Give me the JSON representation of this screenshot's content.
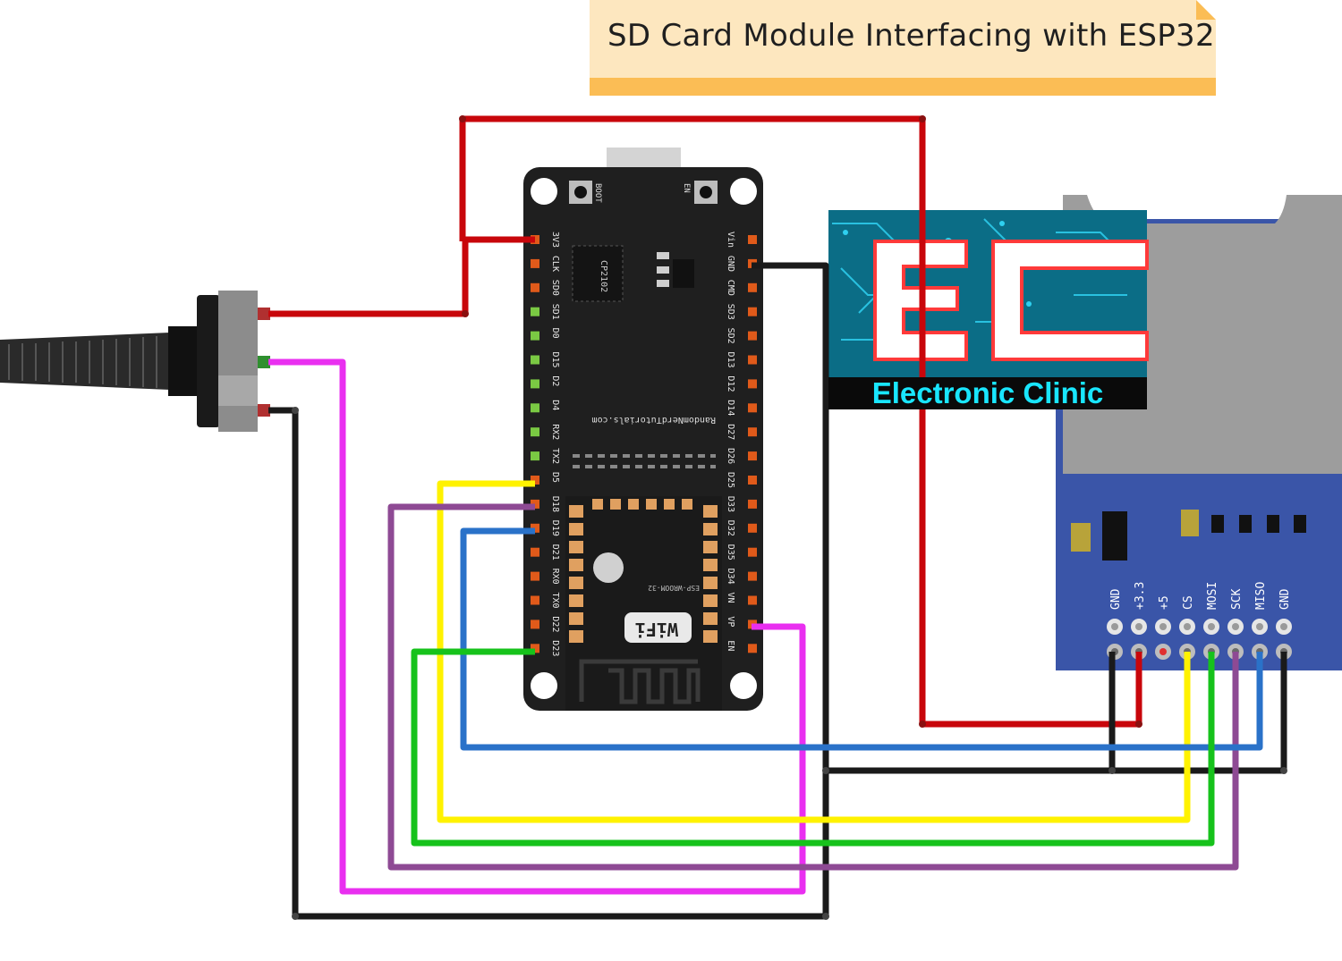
{
  "title": "SD Card Module Interfacing with ESP32",
  "logo": {
    "text": "Electronic Clinic",
    "mark": "EC"
  },
  "esp32": {
    "buttons": [
      "BOOT",
      "EN"
    ],
    "chip_label": "CP2102",
    "module_label": "ESP-WROOM-32",
    "wifi_label": "WiFi",
    "credit": "RandomNerdTutorials.com",
    "left_pins": [
      "3V3",
      "CLK",
      "SD0",
      "SD1",
      "D0",
      "D15",
      "D2",
      "D4",
      "RX2",
      "TX2",
      "D5",
      "D18",
      "D19",
      "D21",
      "RX0",
      "TX0",
      "D22",
      "D23"
    ],
    "right_pins": [
      "Vin",
      "GND",
      "CMD",
      "SD3",
      "SD2",
      "D13",
      "D12",
      "D14",
      "D27",
      "D26",
      "D25",
      "D33",
      "D32",
      "D35",
      "D34",
      "VN",
      "VP",
      "EN"
    ]
  },
  "sd_module": {
    "pins": [
      "GND",
      "+3.3",
      "+5",
      "CS",
      "MOSI",
      "SCK",
      "MISO",
      "GND"
    ]
  },
  "colors": {
    "red": "#c8060b",
    "black": "#1a1a1a",
    "yellow": "#fff200",
    "purple": "#8e4a94",
    "blue": "#2a72c9",
    "green": "#16c21b",
    "magenta": "#e92ff0",
    "board": "#1f1f1f",
    "sd_blue": "#3a55a8",
    "note": "#fde7bf",
    "note_bar": "#fbbd55",
    "logo_cyan": "#19e6ff"
  }
}
